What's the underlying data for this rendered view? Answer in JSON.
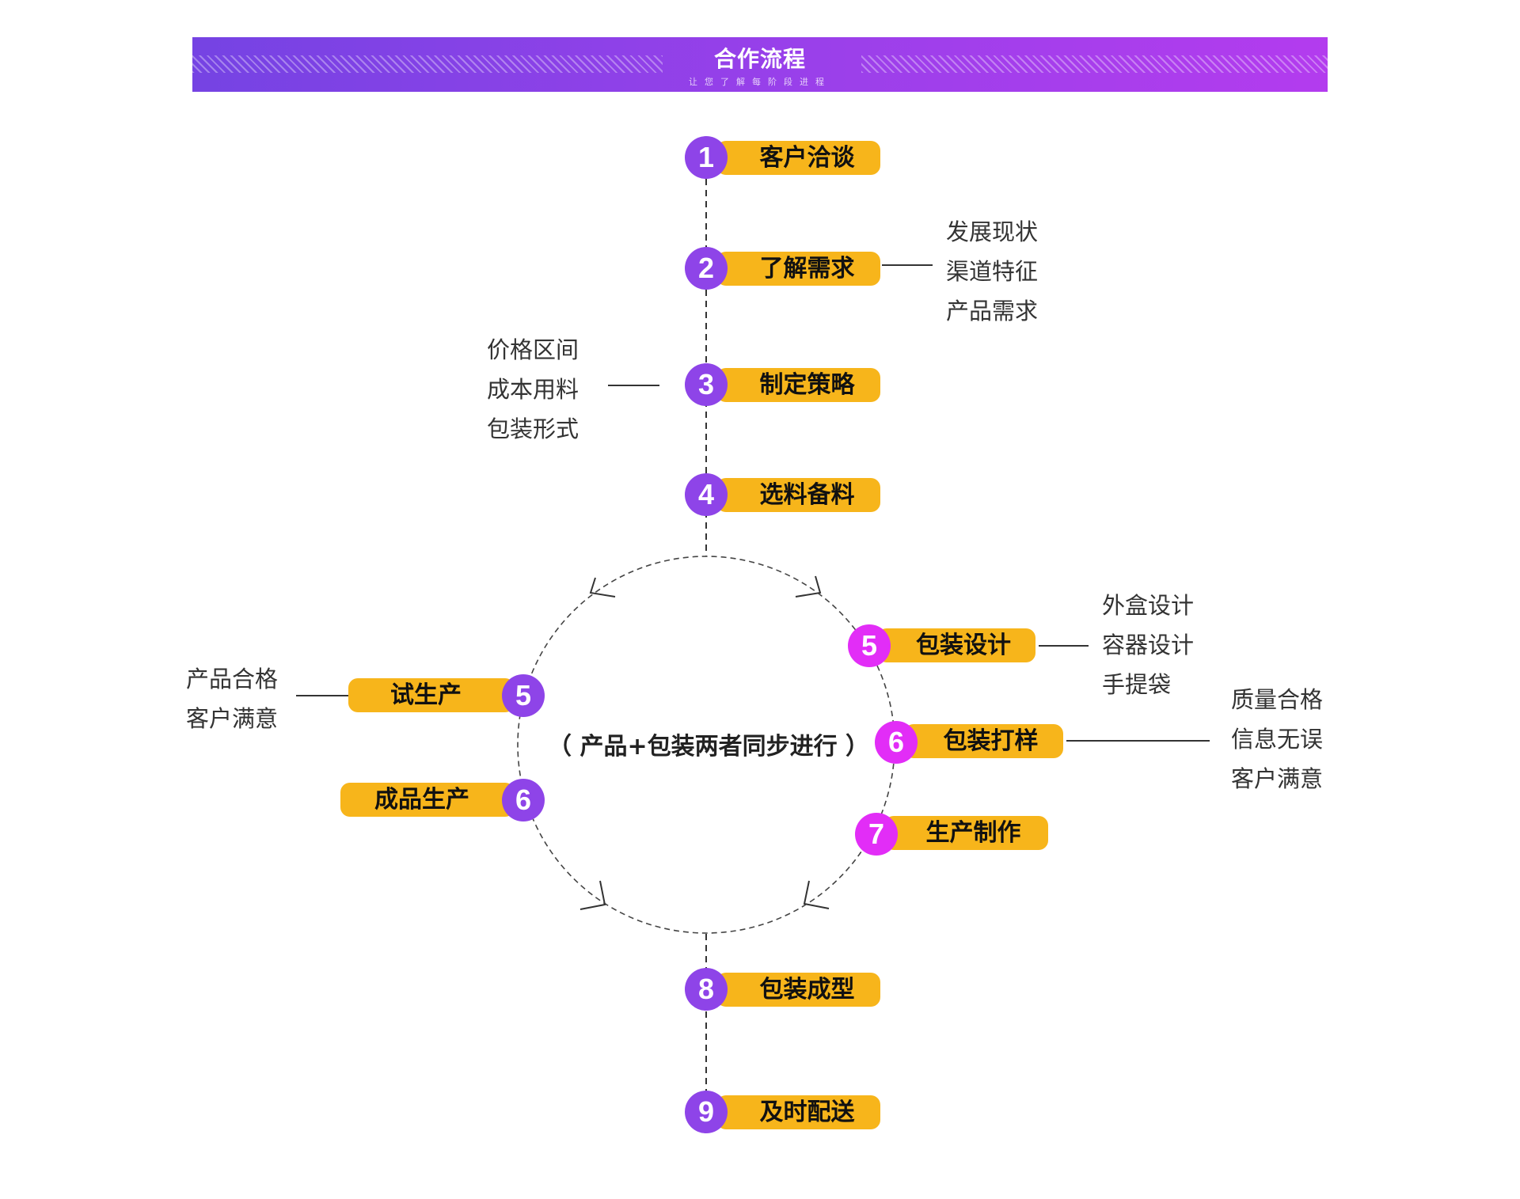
{
  "header": {
    "title": "合作流程",
    "subtitle": "让您了解每阶段进程"
  },
  "colors": {
    "banner_start": "#7543e3",
    "banner_end": "#b33cee",
    "pill": "#f7b51b",
    "circle_purple": "#8e44e8",
    "circle_magenta": "#e22df7",
    "text_dark": "#111111",
    "note_text": "#333333"
  },
  "steps": {
    "s1": {
      "number": "1",
      "label": "客户洽谈"
    },
    "s2": {
      "number": "2",
      "label": "了解需求",
      "notes": [
        "发展现状",
        "渠道特征",
        "产品需求"
      ]
    },
    "s3": {
      "number": "3",
      "label": "制定策略",
      "notes": [
        "价格区间",
        "成本用料",
        "包装形式"
      ]
    },
    "s4": {
      "number": "4",
      "label": "选料备料"
    },
    "s8": {
      "number": "8",
      "label": "包装成型"
    },
    "s9": {
      "number": "9",
      "label": "及时配送"
    }
  },
  "cycle": {
    "center_text": "（ 产品+包装两者同步进行 ）",
    "packaging_branch": [
      {
        "number": "5",
        "label": "包装设计",
        "notes": [
          "外盒设计",
          "容器设计",
          "手提袋"
        ]
      },
      {
        "number": "6",
        "label": "包装打样",
        "notes": [
          "质量合格",
          "信息无误",
          "客户满意"
        ]
      },
      {
        "number": "7",
        "label": "生产制作"
      }
    ],
    "product_branch": [
      {
        "number": "5",
        "label": "试生产",
        "notes": [
          "产品合格",
          "客户满意"
        ]
      },
      {
        "number": "6",
        "label": "成品生产"
      }
    ]
  }
}
